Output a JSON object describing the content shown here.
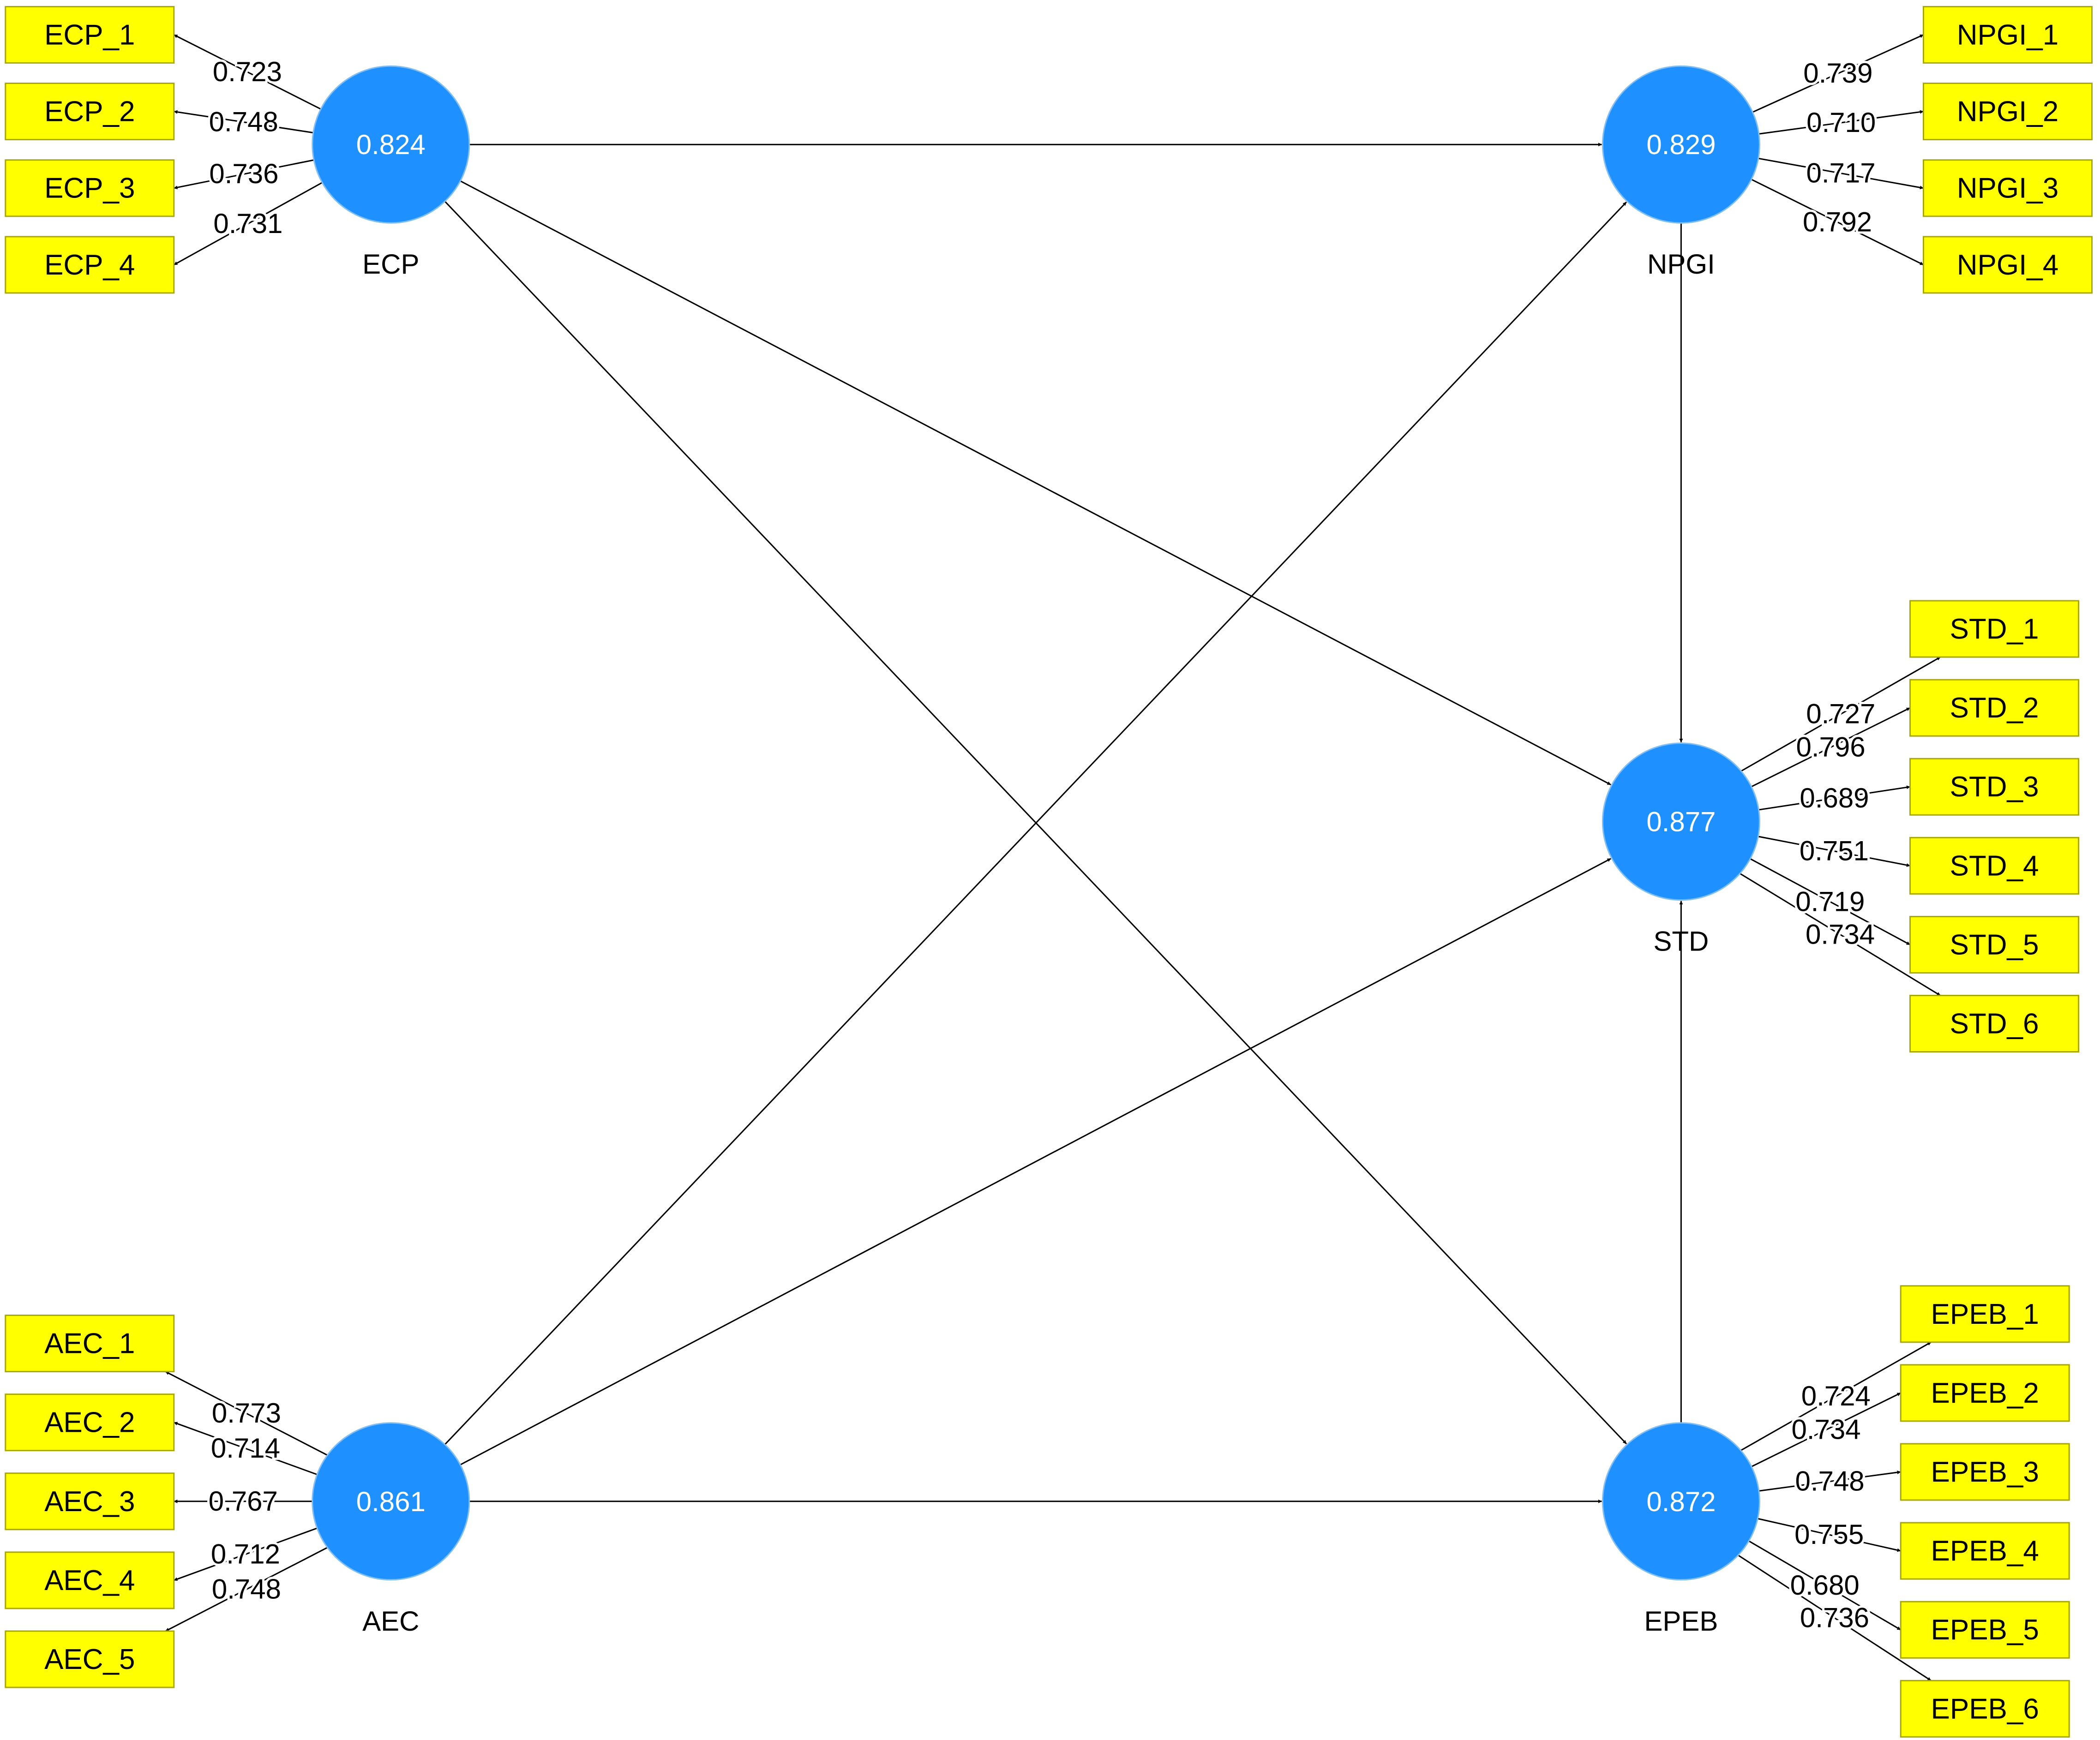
{
  "colors": {
    "construct_fill": "#1e90ff",
    "indicator_fill": "#ffff00",
    "edge": "#000000"
  },
  "constructs": [
    {
      "id": "ECP",
      "label": "ECP",
      "value": "0.824"
    },
    {
      "id": "NPGI",
      "label": "NPGI",
      "value": "0.829"
    },
    {
      "id": "STD",
      "label": "STD",
      "value": "0.877"
    },
    {
      "id": "AEC",
      "label": "AEC",
      "value": "0.861"
    },
    {
      "id": "EPEB",
      "label": "EPEB",
      "value": "0.872"
    }
  ],
  "indicators": {
    "ECP": [
      {
        "label": "ECP_1",
        "loading": "0.723"
      },
      {
        "label": "ECP_2",
        "loading": "0.748"
      },
      {
        "label": "ECP_3",
        "loading": "0.736"
      },
      {
        "label": "ECP_4",
        "loading": "0.731"
      }
    ],
    "NPGI": [
      {
        "label": "NPGI_1",
        "loading": "0.739"
      },
      {
        "label": "NPGI_2",
        "loading": "0.710"
      },
      {
        "label": "NPGI_3",
        "loading": "0.717"
      },
      {
        "label": "NPGI_4",
        "loading": "0.792"
      }
    ],
    "STD": [
      {
        "label": "STD_1",
        "loading": "0.727"
      },
      {
        "label": "STD_2",
        "loading": "0.796"
      },
      {
        "label": "STD_3",
        "loading": "0.689"
      },
      {
        "label": "STD_4",
        "loading": "0.751"
      },
      {
        "label": "STD_5",
        "loading": "0.719"
      },
      {
        "label": "STD_6",
        "loading": "0.734"
      }
    ],
    "AEC": [
      {
        "label": "AEC_1",
        "loading": "0.773"
      },
      {
        "label": "AEC_2",
        "loading": "0.714"
      },
      {
        "label": "AEC_3",
        "loading": "0.767"
      },
      {
        "label": "AEC_4",
        "loading": "0.712"
      },
      {
        "label": "AEC_5",
        "loading": "0.748"
      }
    ],
    "EPEB": [
      {
        "label": "EPEB_1",
        "loading": "0.724"
      },
      {
        "label": "EPEB_2",
        "loading": "0.734"
      },
      {
        "label": "EPEB_3",
        "loading": "0.748"
      },
      {
        "label": "EPEB_4",
        "loading": "0.755"
      },
      {
        "label": "EPEB_5",
        "loading": "0.680"
      },
      {
        "label": "EPEB_6",
        "loading": "0.736"
      }
    ]
  },
  "paths": [
    {
      "from": "ECP",
      "to": "NPGI"
    },
    {
      "from": "ECP",
      "to": "STD"
    },
    {
      "from": "ECP",
      "to": "EPEB"
    },
    {
      "from": "AEC",
      "to": "NPGI"
    },
    {
      "from": "AEC",
      "to": "STD"
    },
    {
      "from": "AEC",
      "to": "EPEB"
    },
    {
      "from": "NPGI",
      "to": "STD"
    },
    {
      "from": "EPEB",
      "to": "STD"
    }
  ]
}
